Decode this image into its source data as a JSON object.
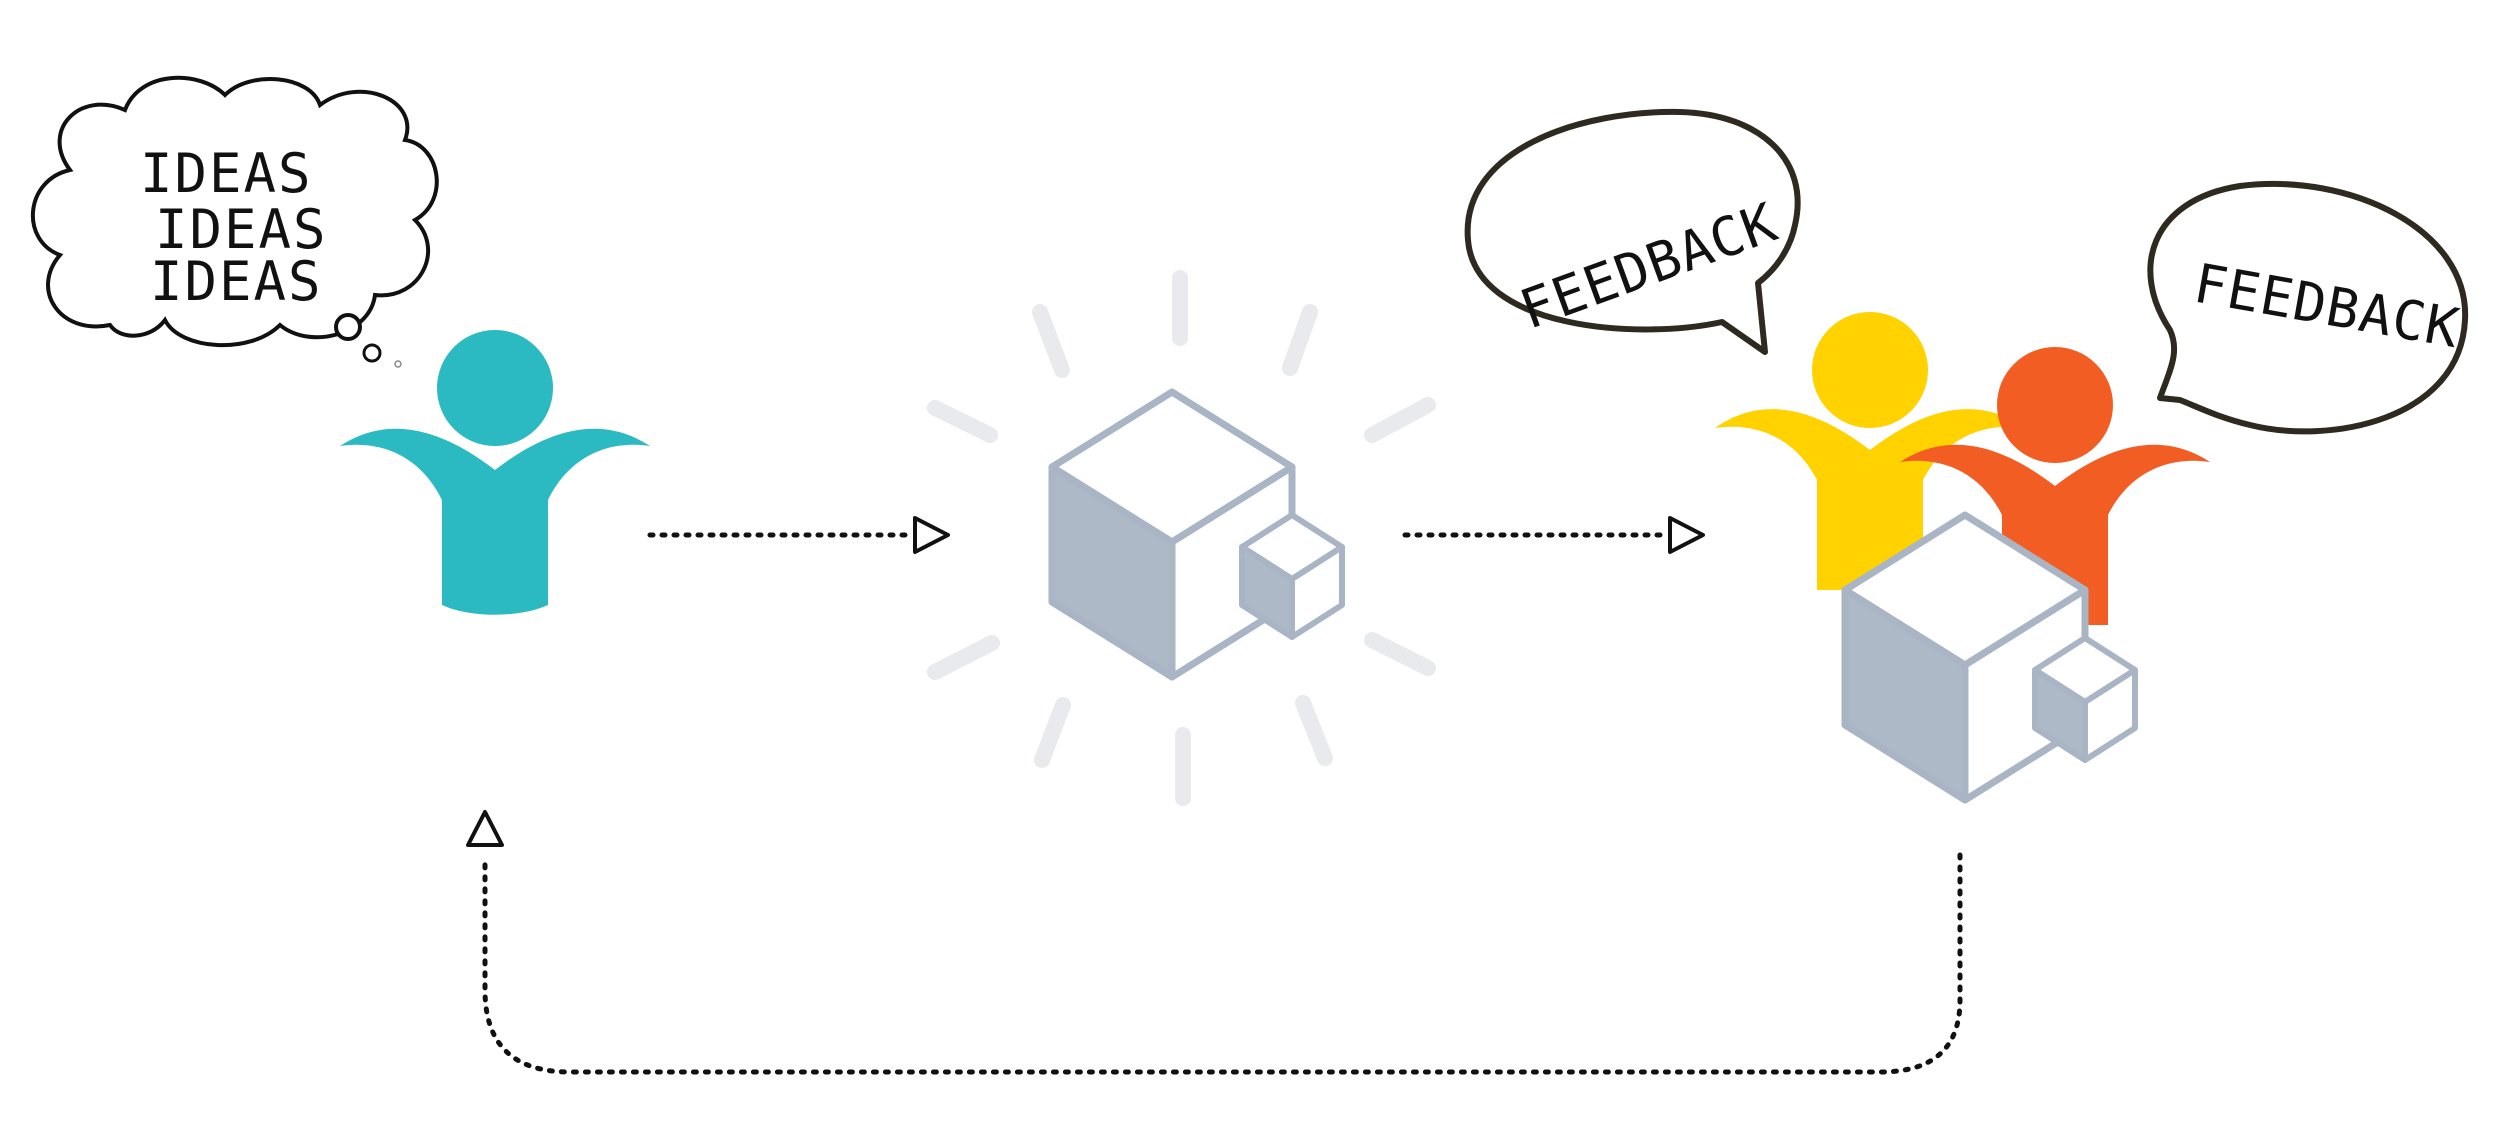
{
  "thought": {
    "lines": [
      "IDEAS",
      "IDEAS",
      "IDEAS"
    ]
  },
  "speech_left": {
    "text": "FEEDBACK"
  },
  "speech_right": {
    "text": "FEEDBACK"
  },
  "colors": {
    "user_teal": "#2BB9C2",
    "user_yellow": "#FFD200",
    "user_orange": "#F15D22",
    "cube_face": "#AEB9C8",
    "cube_edge": "#A9B5C5",
    "glow_rays": "#E8EAEE",
    "arrow": "#111111",
    "bubble_outline": "#2E2A20"
  },
  "icons": [
    "thought-bubble-icon",
    "user-icon",
    "product-cube-icon",
    "speech-bubble-icon",
    "arrow-right-icon",
    "arrow-up-icon"
  ]
}
